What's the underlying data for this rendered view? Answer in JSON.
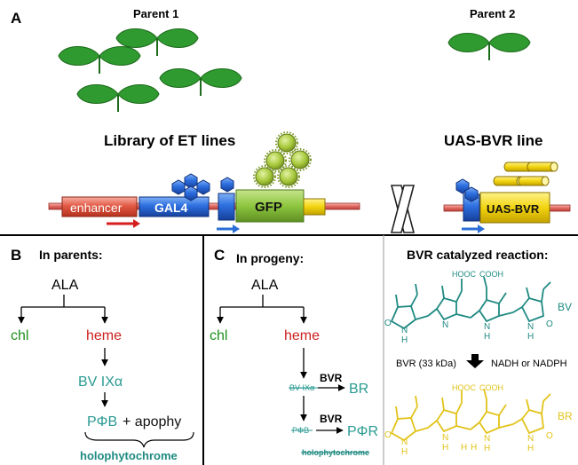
{
  "panel_a": {
    "letter": "A",
    "parent1": "Parent 1",
    "parent2": "Parent 2",
    "library_label": "Library of ET lines",
    "uas_line_label": "UAS-BVR line",
    "enhancer": "enhancer",
    "gal4": "GAL4",
    "gfp": "GFP",
    "cross": "X",
    "uas_bvr": "UAS-BVR"
  },
  "panel_b": {
    "letter": "B",
    "title": "In parents:",
    "ala": "ALA",
    "chl": "chl",
    "heme": "heme",
    "bv": "BV IXα",
    "pfb": "PΦB",
    "plus_apophy": "+  apophy",
    "holo": "holophytochrome"
  },
  "panel_c": {
    "letter": "C",
    "title": "In progeny:",
    "ala": "ALA",
    "chl": "chl",
    "heme": "heme",
    "bv_struck": "BV IXα",
    "bvr1": "BVR",
    "br": "BR",
    "pfb_struck": "PΦB",
    "bvr2": "BVR",
    "pfr": "PΦR",
    "holo_struck": "holophytochrome"
  },
  "panel_d": {
    "title": "BVR catalyzed reaction:",
    "cooh_top_1": "HOOC",
    "cooh_top_2": "COOH",
    "bv_label": "BV",
    "o_left_top": "O",
    "o_right_top": "O",
    "n1_top": "N",
    "h1_top": "H",
    "n2_top": "N",
    "n3_top": "N",
    "h3_top": "H",
    "n4_top": "N",
    "h4_top": "H",
    "enzyme": "BVR (33 kDa)",
    "cofactor": "NADH or NADPH",
    "cooh_bot_1": "HOOC",
    "cooh_bot_2": "COOH",
    "br_label": "BR",
    "o_left_bot": "O",
    "o_right_bot": "O",
    "n1_bot": "N",
    "h1_bot": "H",
    "n2_bot": "N",
    "h2_bot": "H",
    "n3_bot": "N",
    "h3_bot": "H",
    "n4_bot": "N",
    "h4_bot": "H",
    "h_bridge_1": "H",
    "h_bridge_2": "H"
  },
  "colors": {
    "teal": "#2a9a92",
    "red": "#cc1f1f",
    "green": "#1e8f1e",
    "leaf": "#2f9a2f",
    "blue": "#2c6fd8",
    "yellow": "#f2d40f",
    "gfp": "#8ec63f",
    "bilirubin": "#e2c31a"
  }
}
